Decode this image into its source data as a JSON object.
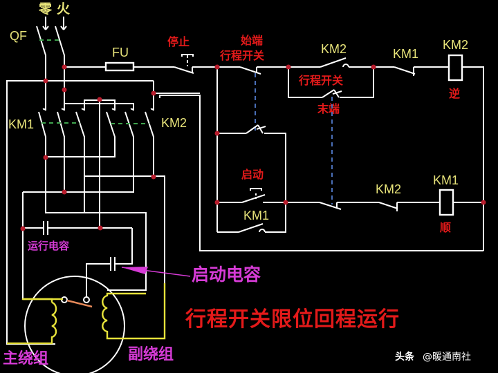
{
  "supply": {
    "neutral_label": "零",
    "live_label": "火",
    "breaker_label": "QF",
    "fuse_label": "FU"
  },
  "contactors": {
    "km1_main_label": "KM1",
    "km2_main_label": "KM2"
  },
  "control": {
    "stop_label": "停止",
    "start_limit_label_line1": "始端",
    "start_limit_label_line2": "行程开关",
    "km2_contact_label": "KM2",
    "end_limit_label_line1": "行程开关",
    "end_limit_label_line2": "末端",
    "km1_interlock_label": "KM1",
    "km2_coil_label": "KM2",
    "km2_coil_desc": "逆",
    "start_button_label": "启动",
    "km1_hold_label": "KM1",
    "km2_interlock_label": "KM2",
    "km1_coil_label": "KM1",
    "km1_coil_desc": "顺"
  },
  "motor": {
    "run_capacitor_label": "运行电容",
    "start_capacitor_label": "启动电容",
    "main_winding_label": "主绕组",
    "aux_winding_label": "副绕组"
  },
  "title": "行程开关限位回程运行",
  "watermark": {
    "platform": "头条",
    "account": "@暖通南社"
  },
  "colors": {
    "wire": "#ffffff",
    "junction": "#b81c2c",
    "label_yellow": "#e8e47a",
    "label_red": "#e31a1a",
    "label_magenta": "#d63bd6",
    "mechanical_link_green": "#3fa34d",
    "mechanical_link_blue": "#4a6fb8",
    "winding": "#e6e23a",
    "background": "#000000"
  }
}
